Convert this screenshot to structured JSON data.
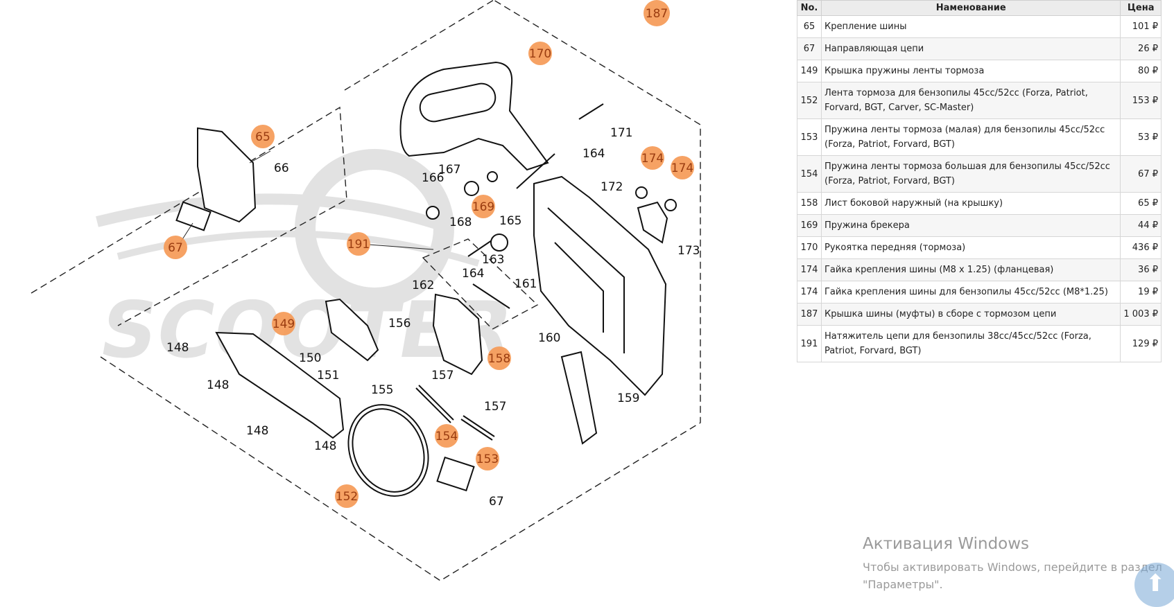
{
  "diagram": {
    "watermark": "SCOOTER",
    "hotspots": [
      {
        "num": "187"
      },
      {
        "num": "170"
      },
      {
        "num": "65"
      },
      {
        "num": "67"
      },
      {
        "num": "169"
      },
      {
        "num": "191"
      },
      {
        "num": "174"
      },
      {
        "num": "174"
      },
      {
        "num": "149"
      },
      {
        "num": "158"
      },
      {
        "num": "154"
      },
      {
        "num": "153"
      },
      {
        "num": "152"
      }
    ],
    "callouts": [
      "66",
      "171",
      "164",
      "166",
      "167",
      "168",
      "172",
      "165",
      "163",
      "164",
      "173",
      "162",
      "161",
      "156",
      "150",
      "160",
      "148",
      "151",
      "157",
      "155",
      "157",
      "159",
      "148",
      "148",
      "148",
      "67"
    ]
  },
  "table": {
    "headers": {
      "no": "No.",
      "name": "Наменование",
      "price": "Цена"
    },
    "rows": [
      {
        "no": "65",
        "name": "Крепление шины",
        "price": "101 ₽"
      },
      {
        "no": "67",
        "name": "Направляющая цепи",
        "price": "26 ₽"
      },
      {
        "no": "149",
        "name": "Крышка пружины ленты тормоза",
        "price": "80 ₽"
      },
      {
        "no": "152",
        "name": "Лента тормоза для бензопилы 45cc/52cc (Forza, Patriot, Forvard, BGT, Carver, SC-Master)",
        "price": "153 ₽"
      },
      {
        "no": "153",
        "name": "Пружина ленты тормоза (малая) для бензопилы 45cc/52cc (Forza, Patriot, Forvard, BGT)",
        "price": "53 ₽"
      },
      {
        "no": "154",
        "name": "Пружина ленты тормоза большая для бензопилы 45cc/52cc (Forza, Patriot, Forvard, BGT)",
        "price": "67 ₽"
      },
      {
        "no": "158",
        "name": "Лист боковой наружный (на крышку)",
        "price": "65 ₽"
      },
      {
        "no": "169",
        "name": "Пружина брекера",
        "price": "44 ₽"
      },
      {
        "no": "170",
        "name": "Рукоятка передняя (тормоза)",
        "price": "436 ₽"
      },
      {
        "no": "174",
        "name": "Гайка крепления шины (M8 x 1.25) (фланцевая)",
        "price": "36 ₽"
      },
      {
        "no": "174",
        "name": "Гайка крепления шины для бензопилы 45cc/52cc (M8*1.25)",
        "price": "19 ₽"
      },
      {
        "no": "187",
        "name": "Крышка шины (муфты) в сборе с тормозом цепи",
        "price": "1 003 ₽"
      },
      {
        "no": "191",
        "name": "Натяжитель цепи для бензопилы 38cc/45cc/52cc (Forza, Patriot, Forvard, BGT)",
        "price": "129 ₽"
      }
    ]
  },
  "activation": {
    "title": "Активация Windows",
    "text": "Чтобы активировать Windows, перейдите в раздел \"Параметры\"."
  },
  "colors": {
    "hotspot": "#f59a57",
    "header_bg": "#ececec",
    "watermark": "#c8c8c8"
  }
}
